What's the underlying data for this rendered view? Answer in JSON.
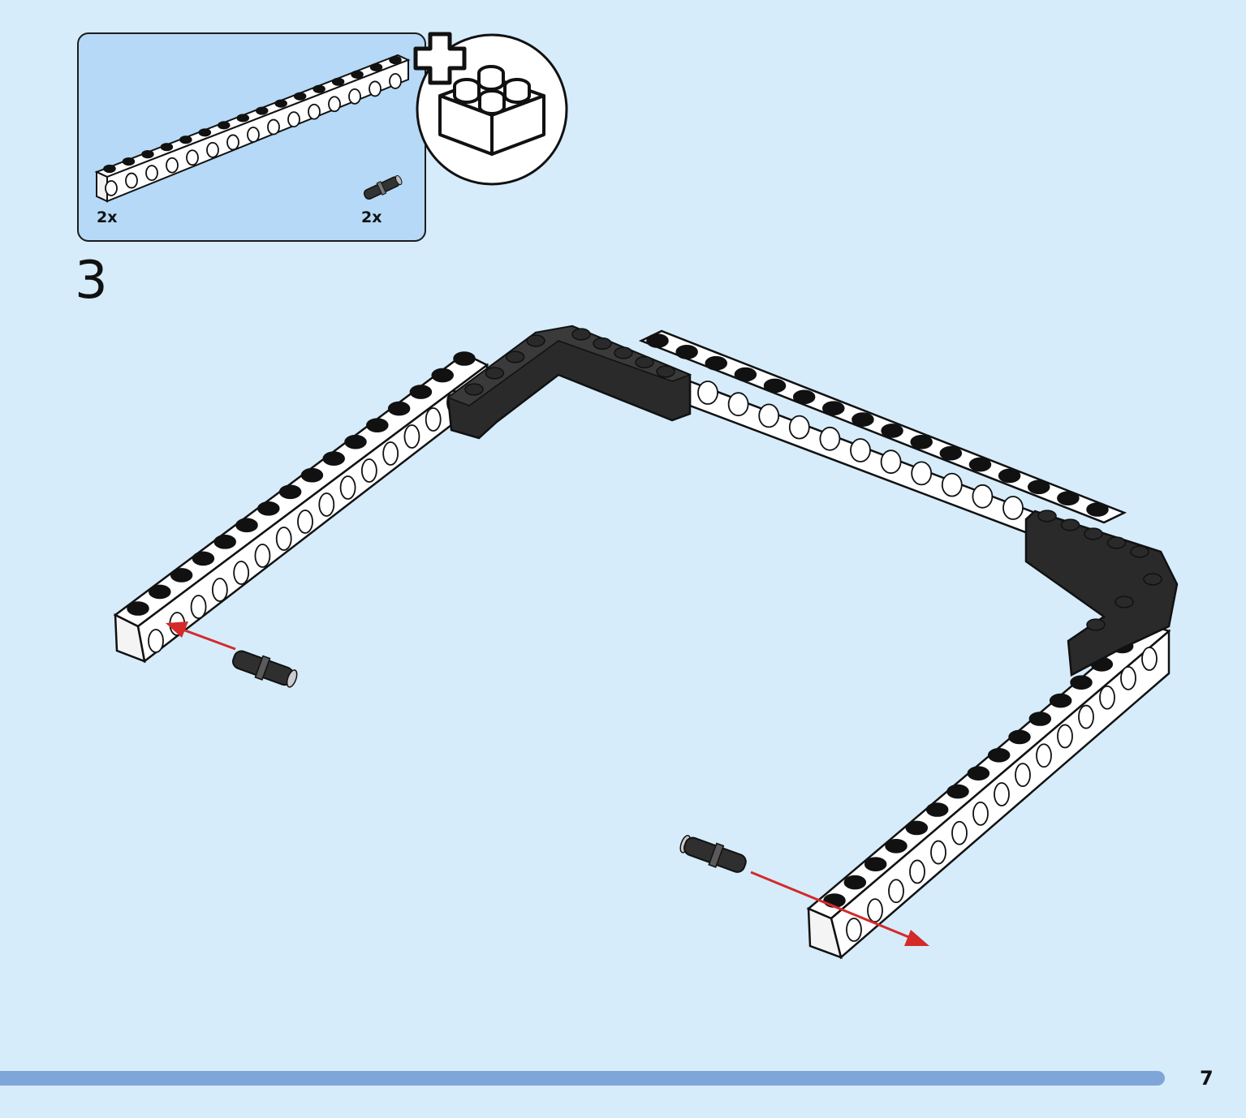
{
  "parts_callout": {
    "items": [
      {
        "part": "technic-beam-with-holes",
        "quantity": "2x"
      },
      {
        "part": "connector-pin",
        "quantity": "2x"
      }
    ],
    "badge": "add-brick-icon"
  },
  "step": {
    "number": "3"
  },
  "footer": {
    "page_number": "7"
  },
  "colors": {
    "background": "#d6ecfb",
    "callout_background": "#b5d9f6",
    "progress_bar": "#7fa6d8",
    "arrow": "#d42a2a",
    "black_part": "#2a2a2a",
    "white_part": "#ffffff"
  }
}
